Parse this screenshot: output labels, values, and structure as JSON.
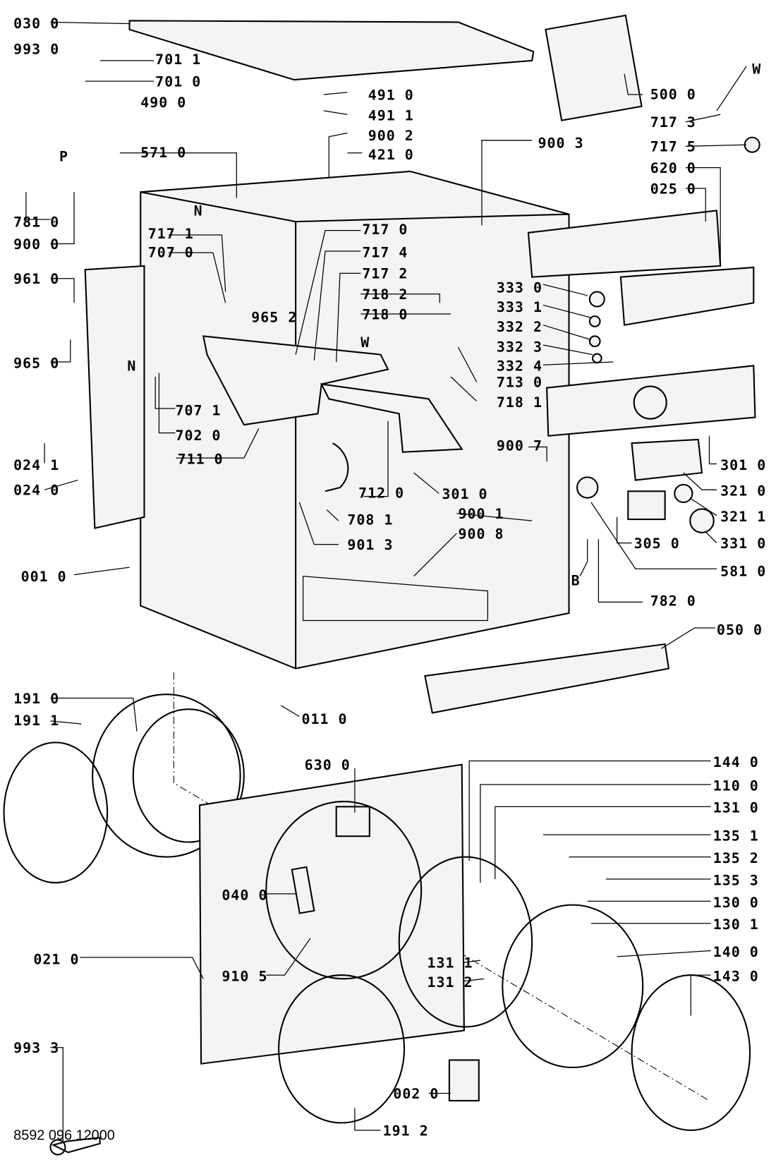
{
  "diagram_code": "8592 096 12000",
  "labels": [
    "030 0",
    "993 0",
    "701 1",
    "701 0",
    "490 0",
    "491 0",
    "491 1",
    "900 2",
    "421 0",
    "571 0",
    "900 3",
    "781 0",
    "900 0",
    "717 1",
    "707 0",
    "717 0",
    "717 4",
    "717 2",
    "718 2",
    "718 0",
    "961 0",
    "965 2",
    "965 0",
    "N",
    "N",
    "W",
    "707 1",
    "702 0",
    "711 0",
    "024 1",
    "024 0",
    "713 0",
    "718 1",
    "900 7",
    "712 0",
    "301 0",
    "708 1",
    "900 1",
    "900 8",
    "901 3",
    "001 0",
    "B",
    "782 0",
    "581 0",
    "050 0",
    "305 0",
    "331 0",
    "321 1",
    "321 0",
    "301 0",
    "500 0",
    "W",
    "717 3",
    "717 5",
    "620 0",
    "025 0",
    "333 0",
    "333 1",
    "332 2",
    "332 3",
    "332 4",
    "191 0",
    "191 1",
    "011 0",
    "630 0",
    "144 0",
    "110 0",
    "131 0",
    "135 1",
    "135 2",
    "135 3",
    "130 0",
    "130 1",
    "140 0",
    "143 0",
    "040 0",
    "021 0",
    "910 5",
    "131 1",
    "131 2",
    "993 3",
    "002 0",
    "191 2",
    "P"
  ]
}
